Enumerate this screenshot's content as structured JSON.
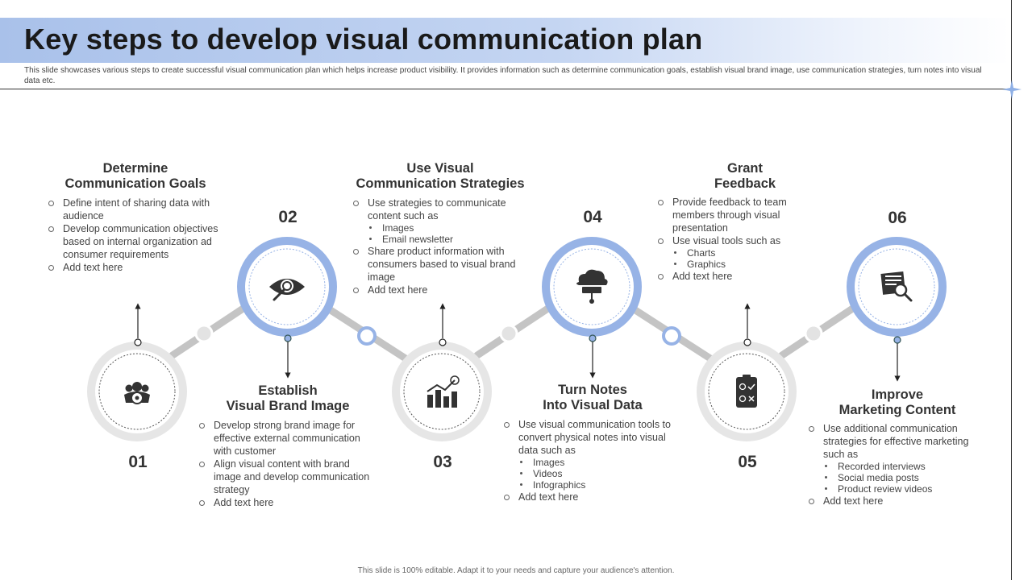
{
  "header": {
    "title": "Key steps to develop visual communication plan",
    "subtitle": "This slide showcases various steps to create successful visual communication plan which helps increase product visibility. It provides information such as determine communication goals, establish visual brand image, use communication strategies, turn notes into visual data etc."
  },
  "colors": {
    "accent_blue": "#97b3e6",
    "ring_gray": "#e6e6e6",
    "connector": "#c4c4c4"
  },
  "steps": [
    {
      "number": "01",
      "heading_line1": "Determine",
      "heading_line2": "Communication Goals",
      "icon": "team-target-icon",
      "bullets": [
        {
          "text": "Define intent of sharing data with audience",
          "sub": []
        },
        {
          "text": "Develop communication objectives based on internal organization ad consumer requirements",
          "sub": []
        },
        {
          "text": "Add text here",
          "sub": []
        }
      ]
    },
    {
      "number": "02",
      "heading_line1": "Establish",
      "heading_line2": "Visual Brand Image",
      "icon": "eye-magnifier-icon",
      "bullets": [
        {
          "text": "Develop strong brand image for effective external communication with customer",
          "sub": []
        },
        {
          "text": "Align visual content with brand image and develop communication strategy",
          "sub": []
        },
        {
          "text": "Add text here",
          "sub": []
        }
      ]
    },
    {
      "number": "03",
      "heading_line1": "Use Visual",
      "heading_line2": "Communication Strategies",
      "icon": "growth-chart-icon",
      "bullets": [
        {
          "text": "Use strategies to communicate content such as",
          "sub": [
            "Images",
            "Email newsletter"
          ]
        },
        {
          "text": "Share product information with consumers based to visual brand image",
          "sub": []
        },
        {
          "text": "Add text here",
          "sub": []
        }
      ]
    },
    {
      "number": "04",
      "heading_line1": "Turn Notes",
      "heading_line2": "Into Visual Data",
      "icon": "cloud-network-icon",
      "bullets": [
        {
          "text": "Use visual communication tools to convert physical notes into visual data such as",
          "sub": [
            "Images",
            "Videos",
            "Infographics"
          ]
        },
        {
          "text": "Add text here",
          "sub": []
        }
      ]
    },
    {
      "number": "05",
      "heading_line1": "Grant",
      "heading_line2": "Feedback",
      "icon": "feedback-clipboard-icon",
      "bullets": [
        {
          "text": "Provide feedback to team members through visual presentation",
          "sub": []
        },
        {
          "text": "Use visual tools such as",
          "sub": [
            "Charts",
            "Graphics"
          ]
        },
        {
          "text": "Add text here",
          "sub": []
        }
      ]
    },
    {
      "number": "06",
      "heading_line1": "Improve",
      "heading_line2": "Marketing Content",
      "icon": "document-search-icon",
      "bullets": [
        {
          "text": "Use additional communication strategies for effective marketing such as",
          "sub": [
            "Recorded interviews",
            "Social media posts",
            "Product review videos"
          ]
        },
        {
          "text": "Add text here",
          "sub": []
        }
      ]
    }
  ],
  "footer": "This slide is 100% editable. Adapt it to your needs and capture your audience's attention."
}
